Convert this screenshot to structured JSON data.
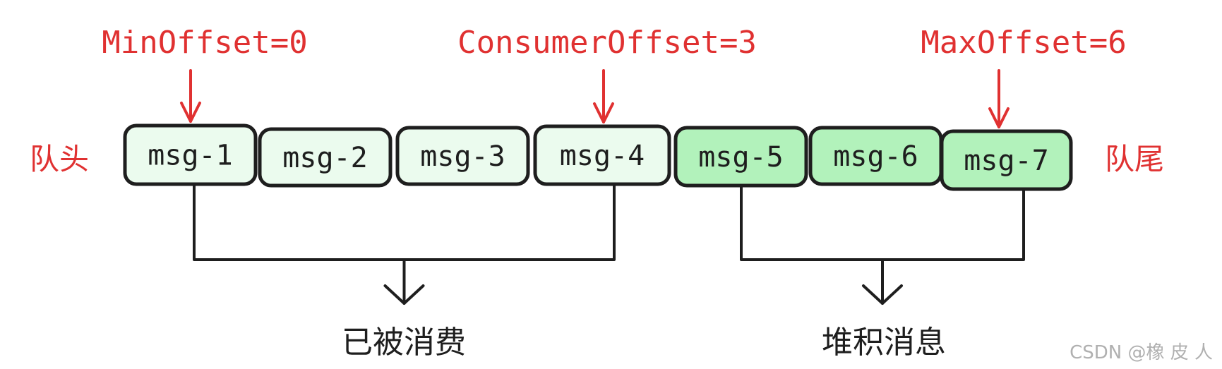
{
  "pointers": [
    {
      "label": "MinOffset=0",
      "box_index": 0
    },
    {
      "label": "ConsumerOffset=3",
      "box_index": 3
    },
    {
      "label": "MaxOffset=6",
      "box_index": 6
    }
  ],
  "queue": {
    "head_label": "队头",
    "tail_label": "队尾",
    "messages": [
      {
        "label": "msg-1",
        "state": "consumed"
      },
      {
        "label": "msg-2",
        "state": "consumed"
      },
      {
        "label": "msg-3",
        "state": "consumed"
      },
      {
        "label": "msg-4",
        "state": "consumed"
      },
      {
        "label": "msg-5",
        "state": "backlog"
      },
      {
        "label": "msg-6",
        "state": "backlog"
      },
      {
        "label": "msg-7",
        "state": "backlog"
      }
    ]
  },
  "groups": [
    {
      "label": "已被消费",
      "from": 0,
      "to": 3
    },
    {
      "label": "堆积消息",
      "from": 4,
      "to": 6
    }
  ],
  "colors": {
    "consumed_fill": "#ebfbee",
    "backlog_fill": "#b2f2bb",
    "box_stroke": "#1e1e1e",
    "pointer_color": "#e03131"
  },
  "watermark": "CSDN @橡 皮 人"
}
